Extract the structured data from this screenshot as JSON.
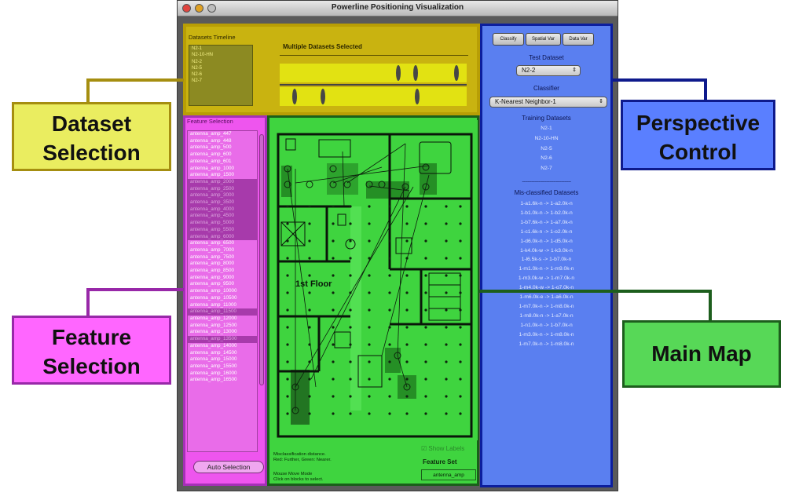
{
  "window": {
    "title": "Powerline Positioning Visualization"
  },
  "datasets_timeline": {
    "title": "Datasets Timeline",
    "header": "Multiple Datasets Selected",
    "items": [
      "N2-1",
      "N2-10-HN",
      "N2-2",
      "N2-5",
      "N2-6",
      "N2-7"
    ]
  },
  "feature_selection": {
    "title": "Feature Selection",
    "items": [
      {
        "label": "antenna_amp_447",
        "selected": false
      },
      {
        "label": "antenna_amp_448",
        "selected": false
      },
      {
        "label": "antenna_amp_500",
        "selected": false
      },
      {
        "label": "antenna_amp_600",
        "selected": false
      },
      {
        "label": "antenna_amp_601",
        "selected": false
      },
      {
        "label": "antenna_amp_1000",
        "selected": false
      },
      {
        "label": "antenna_amp_1500",
        "selected": false
      },
      {
        "label": "antenna_amp_2000",
        "selected": true
      },
      {
        "label": "antenna_amp_2500",
        "selected": true
      },
      {
        "label": "antenna_amp_3000",
        "selected": true
      },
      {
        "label": "antenna_amp_3500",
        "selected": true
      },
      {
        "label": "antenna_amp_4000",
        "selected": true
      },
      {
        "label": "antenna_amp_4500",
        "selected": true
      },
      {
        "label": "antenna_amp_5000",
        "selected": true
      },
      {
        "label": "antenna_amp_5500",
        "selected": true
      },
      {
        "label": "antenna_amp_6000",
        "selected": true
      },
      {
        "label": "antenna_amp_6500",
        "selected": false
      },
      {
        "label": "antenna_amp_7000",
        "selected": false
      },
      {
        "label": "antenna_amp_7500",
        "selected": false
      },
      {
        "label": "antenna_amp_8000",
        "selected": false
      },
      {
        "label": "antenna_amp_8500",
        "selected": false
      },
      {
        "label": "antenna_amp_9000",
        "selected": false
      },
      {
        "label": "antenna_amp_9500",
        "selected": false
      },
      {
        "label": "antenna_amp_10000",
        "selected": false
      },
      {
        "label": "antenna_amp_10500",
        "selected": false
      },
      {
        "label": "antenna_amp_11000",
        "selected": false
      },
      {
        "label": "antenna_amp_11500",
        "selected": true
      },
      {
        "label": "antenna_amp_12000",
        "selected": false
      },
      {
        "label": "antenna_amp_12500",
        "selected": false
      },
      {
        "label": "antenna_amp_13000",
        "selected": false
      },
      {
        "label": "antenna_amp_13500",
        "selected": true
      },
      {
        "label": "antenna_amp_14000",
        "selected": false
      },
      {
        "label": "antenna_amp_14500",
        "selected": false
      },
      {
        "label": "antenna_amp_15000",
        "selected": false
      },
      {
        "label": "antenna_amp_15500",
        "selected": false
      },
      {
        "label": "antenna_amp_16000",
        "selected": false
      },
      {
        "label": "antenna_amp_16500",
        "selected": false
      }
    ],
    "auto_button": "Auto Selection"
  },
  "map": {
    "floor_label": "1st Floor",
    "note_line1": "Misclassification distance.",
    "note_line2": "Red: Further, Green: Nearer.",
    "note_line3": "Mouse Move Mode",
    "note_line4": "Click on blocks to select.",
    "show_labels": "Show Labels",
    "feature_set_label": "Feature Set",
    "feature_set_value": "antenna_amp"
  },
  "perspective": {
    "tabs": [
      "Classify",
      "Spatial Var",
      "Data Var"
    ],
    "test_dataset_label": "Test Dataset",
    "test_dataset_value": "N2-2",
    "classifier_label": "Classifier",
    "classifier_value": "K-Nearest Neighbor-1",
    "training_label": "Training Datasets",
    "training_items": [
      "N2-1",
      "N2-10-HN",
      "N2-5",
      "N2-6",
      "N2-7"
    ],
    "separator": "------------------------------------",
    "misclassified_label": "Mis-classified Datasets",
    "misclassified_items": [
      "1-a1.6k-n -> 1-a2.0k-n",
      "1-b1.0k-n -> 1-b2.0k-n",
      "1-b7.6k-n -> 1-a7.0k-n",
      "1-c1.6k-n -> 1-o2.0k-n",
      "1-d6.0k-n -> 1-d5.0k-n",
      "1-k4.0k-w -> 1-k3.0k-n",
      "1-l6.5k-s -> 1-b7.0k-n",
      "1-m1.0k-n -> 1-m9.0k-n",
      "1-m3.0k-w -> 1-m7.0k-n",
      "1-m4.0k-w -> 1-o7.0k-n",
      "1-m6.0k-e -> 1-a6.0k-n",
      "1-m7.0k-n -> 1-m8.0k-n",
      "1-m8.0k-n -> 1-a7.0k-n",
      "1-n1.0k-n -> 1-b7.0k-n",
      "1-m3.0k-n -> 1-m8.0k-n",
      "1-m7.0k-n -> 1-m8.0k-n"
    ]
  },
  "callouts": {
    "dataset_line1": "Dataset",
    "dataset_line2": "Selection",
    "perspective_line1": "Perspective",
    "perspective_line2": "Control",
    "feature_line1": "Feature",
    "feature_line2": "Selection",
    "mainmap": "Main Map"
  },
  "colors": {
    "dataset_panel": "#c9b310",
    "feature_panel": "#ee55ee",
    "map_panel": "#3fd43f",
    "perspective_panel": "#5a7ff0"
  }
}
